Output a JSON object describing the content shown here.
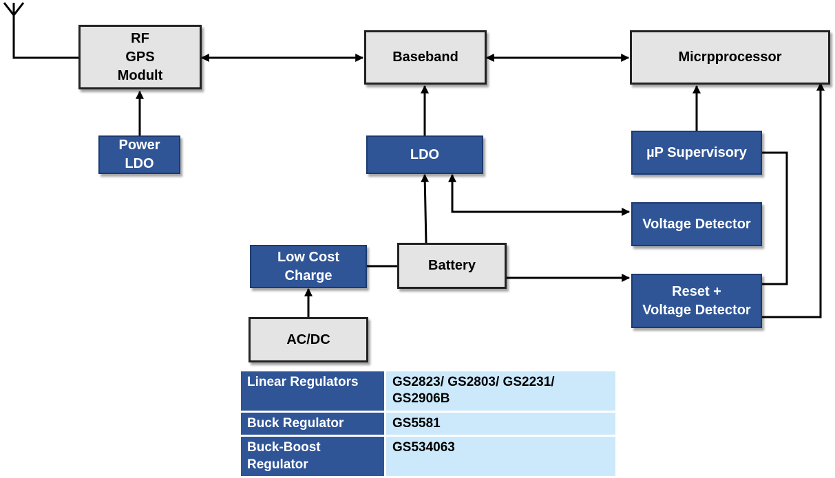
{
  "blocks": {
    "rf_gps": "RF\nGPS\nModult",
    "baseband": "Baseband",
    "microprocessor": "Micrpprocessor",
    "power_ldo": "Power\nLDO",
    "ldo": "LDO",
    "up_supervisory": "µP Supervisory",
    "voltage_detector": "Voltage Detector",
    "low_cost_charge": "Low Cost\nCharge",
    "battery": "Battery",
    "reset_voltage_detector": "Reset +\nVoltage Detector",
    "ac_dc": "AC/DC"
  },
  "parts_table": [
    {
      "category": "Linear Regulators",
      "parts": "GS2823/ GS2803/ GS2231/\nGS2906B"
    },
    {
      "category": "Buck Regulator",
      "parts": "GS5581"
    },
    {
      "category": "Buck-Boost\nRegulator",
      "parts": "GS534063"
    }
  ],
  "colors": {
    "blue_block": "#2f5597",
    "gray_block": "#e4e4e4",
    "table_value_bg": "#cce9fb",
    "wire": "#000000"
  }
}
